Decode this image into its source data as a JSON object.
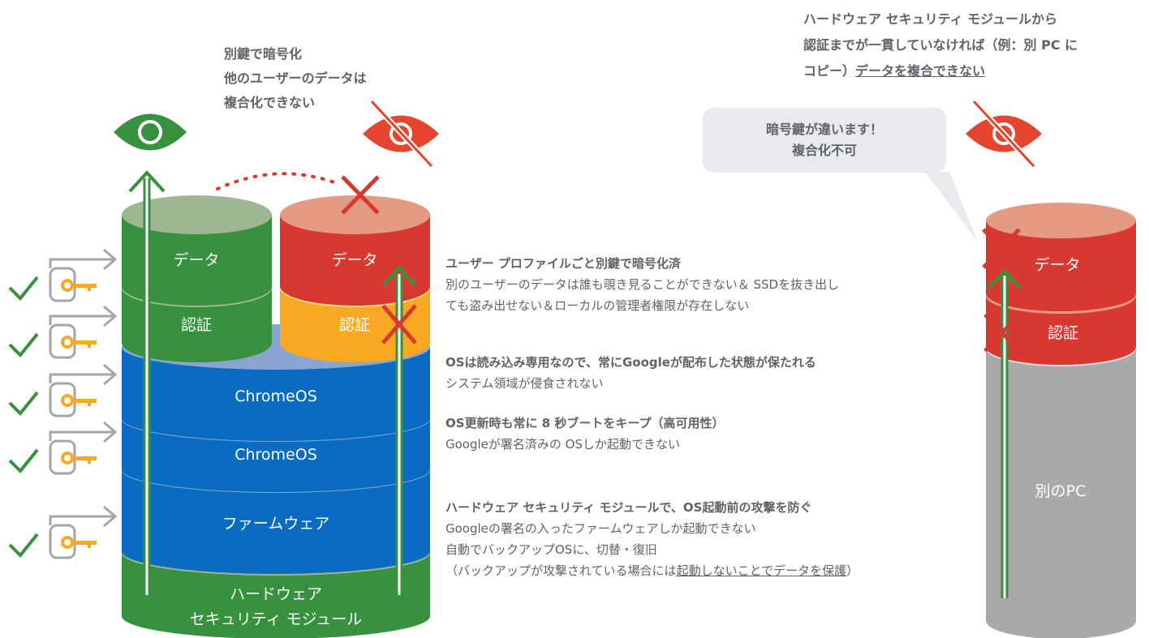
{
  "colors": {
    "green": "#37913e",
    "green_top": "#9fb693",
    "red": "#d93831",
    "red_top": "#e49a83",
    "orange": "#f8a823",
    "orange_top": "#fed88a",
    "blue": "#0a6bc2",
    "blue_top": "#89a6d2",
    "gray": "#a9a9a9",
    "gray_top": "#dcdcdc",
    "eye_red": "#e5452e",
    "arrow_gray": "#a4a6a9",
    "key_orange": "#f8a823",
    "check_green": "#37913e"
  },
  "icons": {
    "open_eye": "eye-icon",
    "blocked_eye": "eye-slash-icon",
    "key": "key-icon",
    "check": "check-icon",
    "cross": "cross-icon"
  },
  "left_stack": {
    "user_a": {
      "data": "データ",
      "auth": "認証"
    },
    "user_b": {
      "data": "データ",
      "auth": "認証"
    },
    "os_1": "ChromeOS",
    "os_2": "ChromeOS",
    "firmware": "ファームウェア",
    "hsm_line1": "ハードウェア",
    "hsm_line2": "セキュリティ モジュール"
  },
  "top_note": {
    "line1": "別鍵で暗号化",
    "line2": "他のユーザーのデータは",
    "line3": "複合化できない"
  },
  "descriptions": {
    "profile": {
      "heading": "ユーザー プロファイルごと別鍵で暗号化済",
      "line1": "別のユーザーのデータは誰も覗き見ることができない＆ SSDを抜き出し",
      "line2": "ても盗み出せない＆ローカルの管理者権限が存在しない"
    },
    "readonly": {
      "heading": "OSは読み込み専用なので、常にGoogleが配布した状態が保たれる",
      "line1": "システム領域が侵食されない"
    },
    "update": {
      "heading": "OS更新時も常に 8 秒ブートをキープ（高可用性）",
      "line1": "Googleが署名済みの OSしか起動できない"
    },
    "hsm": {
      "heading": "ハードウェア セキュリティ モジュールで、OS起動前の攻撃を防ぐ",
      "line1": "Googleの署名の入ったファームウェアしか起動できない",
      "line2": "自動でバックアップOSに、切替・復旧",
      "line3_prefix": "（バックアップが攻撃されている場合には",
      "line3_link": "起動しないことでデータを保護",
      "line3_suffix": "）"
    }
  },
  "right_note": {
    "line1": "ハードウェア セキュリティ モジュールから",
    "line2": "認証までが一貫していなければ（例：別 PC に",
    "line3_prefix": "コピー）",
    "line3_link": "データを複合できない"
  },
  "bubble": {
    "line1": "暗号鍵が違います！",
    "line2": "複合化不可"
  },
  "right_stack": {
    "data": "データ",
    "auth": "認証",
    "pc": "別のPC"
  }
}
